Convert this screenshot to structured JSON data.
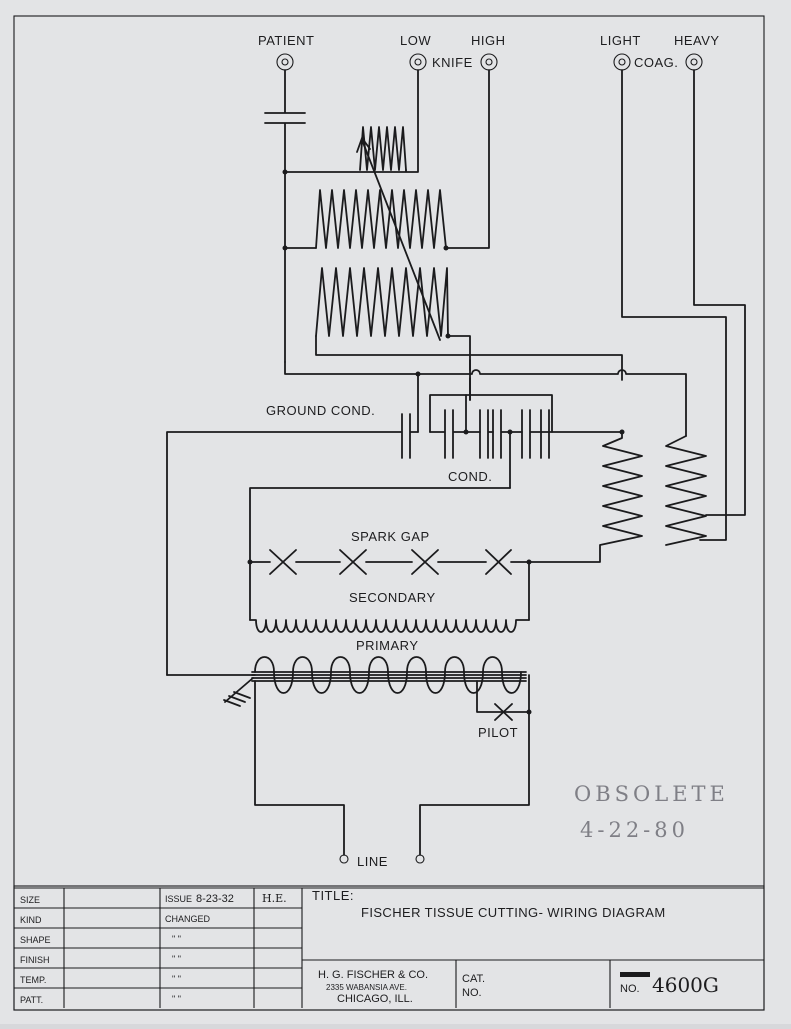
{
  "terminals": {
    "patient": "PATIENT",
    "low": "LOW",
    "high": "HIGH",
    "knife": "KNIFE",
    "light": "LIGHT",
    "heavy": "HEAVY",
    "coag": "COAG."
  },
  "labels": {
    "ground_cond": "GROUND COND.",
    "cond": "COND.",
    "spark_gap": "SPARK GAP",
    "secondary": "SECONDARY",
    "primary": "PRIMARY",
    "pilot": "PILOT",
    "line": "LINE"
  },
  "annotation": {
    "line1": "OBSOLETE",
    "line2": "4-22-80"
  },
  "title_block": {
    "rows": [
      "SIZE",
      "KIND",
      "SHAPE",
      "FINISH",
      "TEMP.",
      "PATT."
    ],
    "issue_label": "ISSUE",
    "issue_date": "8-23-32",
    "initials": "H.E.",
    "changed": "CHANGED",
    "ditto": "\"   \"",
    "title_label": "TITLE:",
    "title": "FISCHER TISSUE CUTTING- WIRING DIAGRAM",
    "company": "H. G. FISCHER & CO.",
    "address": "2335 WABANSIA AVE.",
    "city": "CHICAGO, ILL.",
    "cat_label": "CAT.",
    "no_label": "NO.",
    "number_label": "NO.",
    "number": "4600G"
  }
}
